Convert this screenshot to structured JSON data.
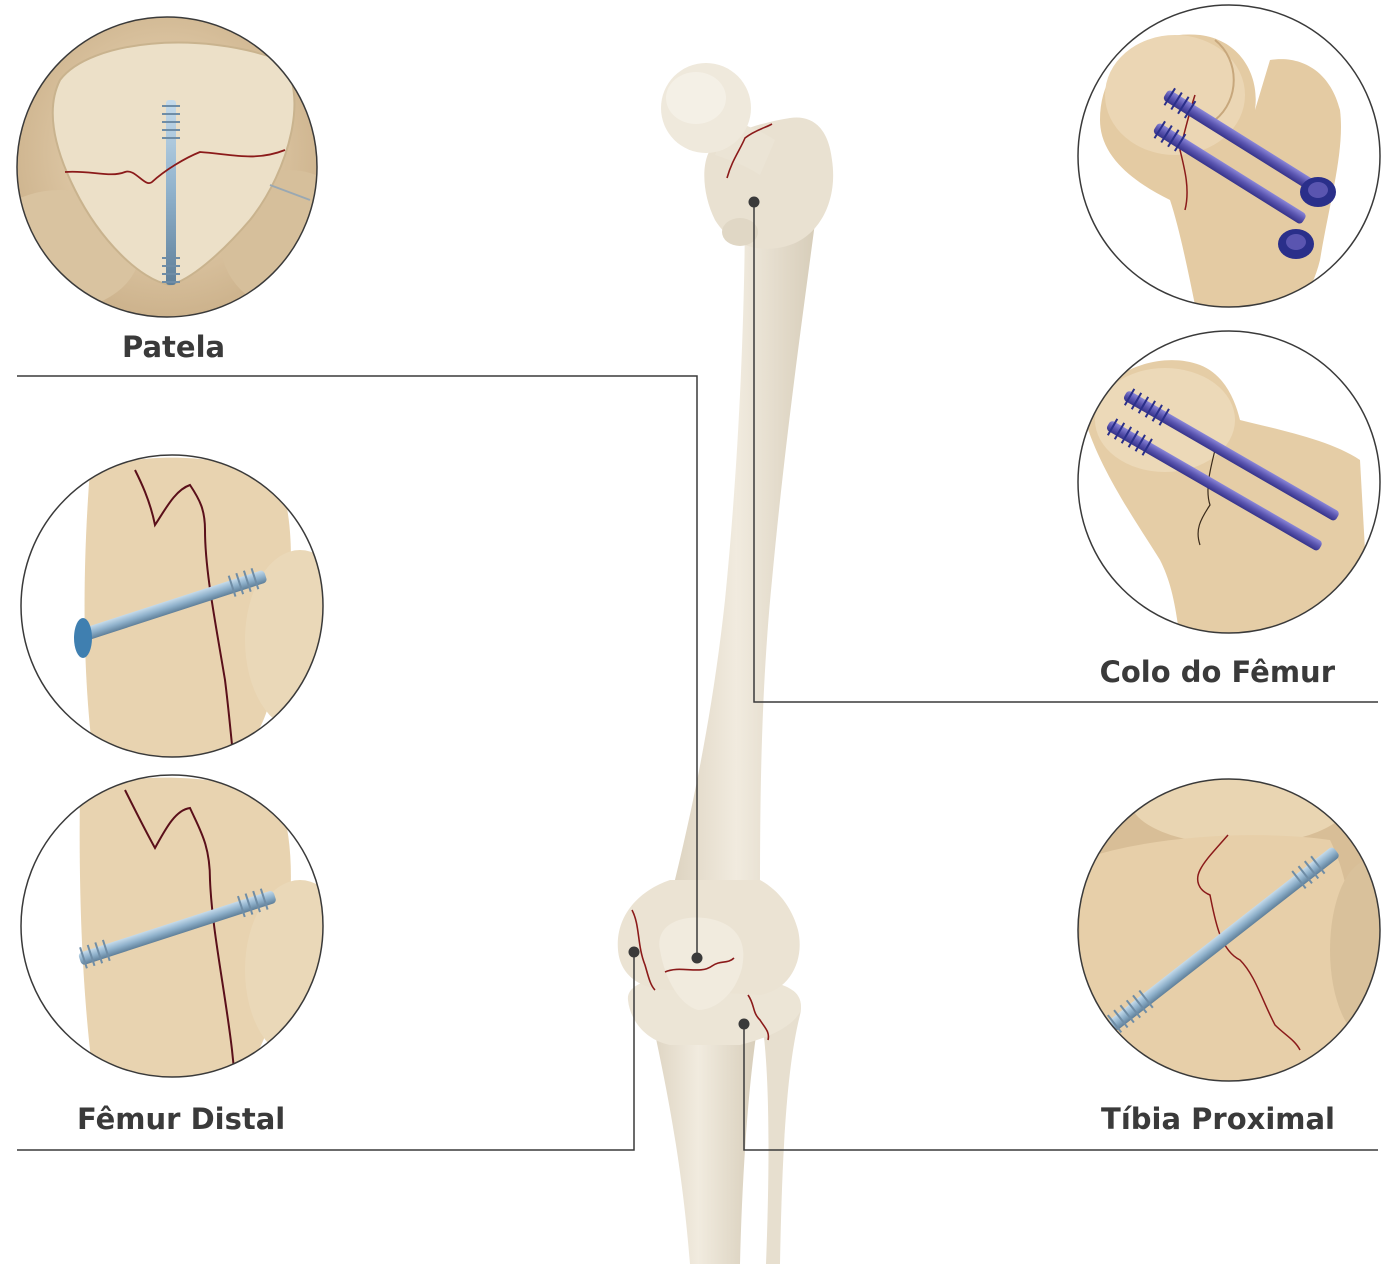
{
  "labels": {
    "patela": "Patela",
    "colo_do_femur": "Colo do Fêmur",
    "femur_distal": "Fêmur Distal",
    "tibia_proximal": "Tíbia Proximal"
  },
  "colors": {
    "bone": "#ece4d4",
    "bone_shade": "#d8cdb8",
    "tissue_light": "#e8d4b0",
    "tissue_dark": "#c8ad86",
    "fracture_line": "#8b1a1a",
    "screw_blue_light": "#a6c2d8",
    "screw_blue_dark": "#6f8da6",
    "screw_purple": "#5a55b0",
    "screw_purple_dark": "#2a2f8a",
    "leader_line": "#3a3a3a",
    "label_text": "#3a3a3a",
    "circle_border": "#3a3a3a"
  },
  "icons": [
    "bone-illustration",
    "patella-screw-icon",
    "femoral-neck-screw-icon",
    "distal-femur-screw-icon",
    "proximal-tibia-screw-icon"
  ]
}
